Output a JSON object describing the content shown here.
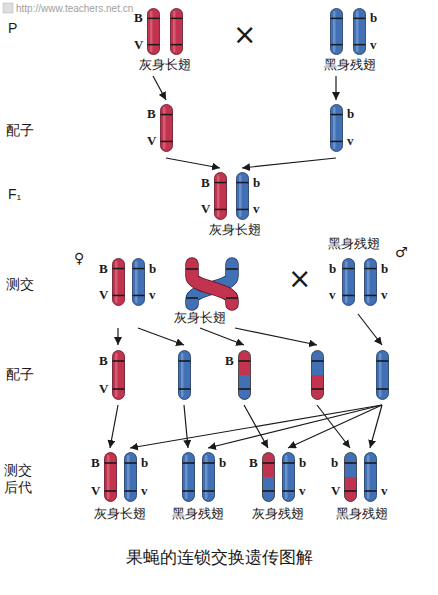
{
  "diagram": {
    "caption": "果蝇的连锁交换遗传图解",
    "nodes": [
      {
        "text": [
          "B",
          "V",
          "灰身长翅"
        ]
      },
      {
        "text": [
          "b",
          "v",
          "黑身残翅"
        ]
      },
      {
        "text": [
          "B",
          "V"
        ]
      },
      {
        "text": [
          "b",
          "v"
        ]
      },
      {
        "text": [
          "B",
          "V",
          "b",
          "v",
          "灰身长翅"
        ]
      },
      {
        "text": [
          "♀",
          "B",
          "V",
          "b",
          "v",
          "灰身长翅"
        ]
      },
      {
        "text": [
          "黑身残翅",
          "♂",
          "b",
          "v",
          "b",
          "v"
        ]
      },
      {
        "text": [
          "B",
          "V"
        ]
      },
      {
        "text": []
      },
      {
        "text": [
          "B"
        ]
      },
      {
        "text": []
      },
      {
        "text": []
      },
      {
        "text": [
          "B",
          "V",
          "b",
          "v",
          "灰身长翅"
        ]
      },
      {
        "text": [
          "b",
          "黑身残翅"
        ]
      },
      {
        "text": [
          "B",
          "b",
          "v",
          "灰身残翅"
        ]
      },
      {
        "text": [
          "b",
          "V",
          "v",
          "黑身残翅"
        ]
      }
    ],
    "edges": [
      {
        "from": 0,
        "to": 2,
        "arrow": "to"
      },
      {
        "from": 1,
        "to": 3,
        "arrow": "to"
      },
      {
        "from": 2,
        "to": 4,
        "arrow": "to"
      },
      {
        "from": 3,
        "to": 4,
        "arrow": "to"
      },
      {
        "from": 5,
        "to": 7,
        "arrow": "to"
      },
      {
        "from": 5,
        "to": 8,
        "arrow": "to"
      },
      {
        "from": 5,
        "to": 9,
        "arrow": "to"
      },
      {
        "from": 5,
        "to": 10,
        "arrow": "to"
      },
      {
        "from": 6,
        "to": 11,
        "arrow": "to"
      },
      {
        "from": 7,
        "to": 12,
        "arrow": "to"
      },
      {
        "from": 8,
        "to": 13,
        "arrow": "to"
      },
      {
        "from": 9,
        "to": 14,
        "arrow": "to"
      },
      {
        "from": 10,
        "to": 15,
        "arrow": "to"
      },
      {
        "from": 11,
        "to": 12,
        "arrow": "to"
      },
      {
        "from": 11,
        "to": 13,
        "arrow": "to"
      },
      {
        "from": 11,
        "to": 14,
        "arrow": "to"
      },
      {
        "from": 11,
        "to": 15,
        "arrow": "to"
      }
    ],
    "labels": [
      "http://www.teachers.net.cn",
      "P",
      "×",
      "配子",
      "F₁",
      "测交",
      "×",
      "配子",
      "测交后代"
    ]
  }
}
